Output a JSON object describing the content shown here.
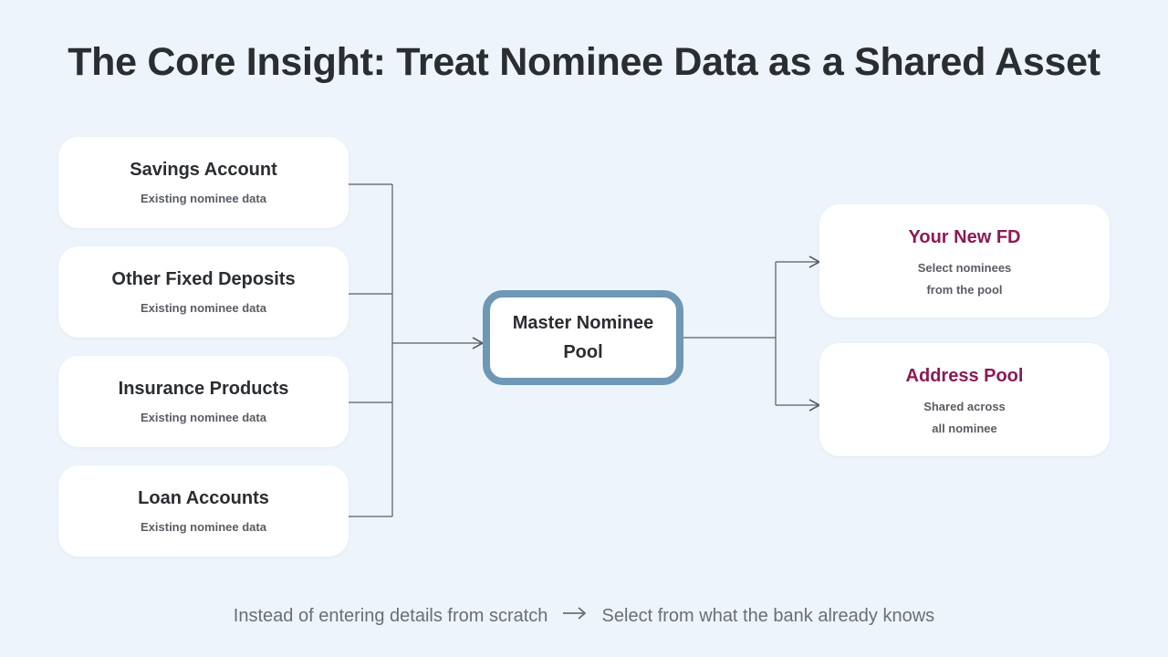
{
  "title": "The Core Insight: Treat Nominee Data as a Shared Asset",
  "sources": [
    {
      "title": "Savings Account",
      "subtitle": "Existing nominee data"
    },
    {
      "title": "Other Fixed Deposits",
      "subtitle": "Existing nominee data"
    },
    {
      "title": "Insurance Products",
      "subtitle": "Existing nominee data"
    },
    {
      "title": "Loan Accounts",
      "subtitle": "Existing nominee data"
    }
  ],
  "master": {
    "label": "Master Nominee Pool"
  },
  "targets": [
    {
      "title": "Your New FD",
      "subtitle": "Select nominees from the pool"
    },
    {
      "title": "Address Pool",
      "subtitle": "Shared across all nominee"
    }
  ],
  "footer": {
    "left": "Instead of entering details from scratch",
    "right": "Select from what the bank already knows",
    "arrow_icon": "right-arrow-icon"
  },
  "colors": {
    "background": "#edf4fb",
    "accent": "#8c1a54",
    "master_border": "#6f97b6",
    "connector": "#595d63"
  }
}
